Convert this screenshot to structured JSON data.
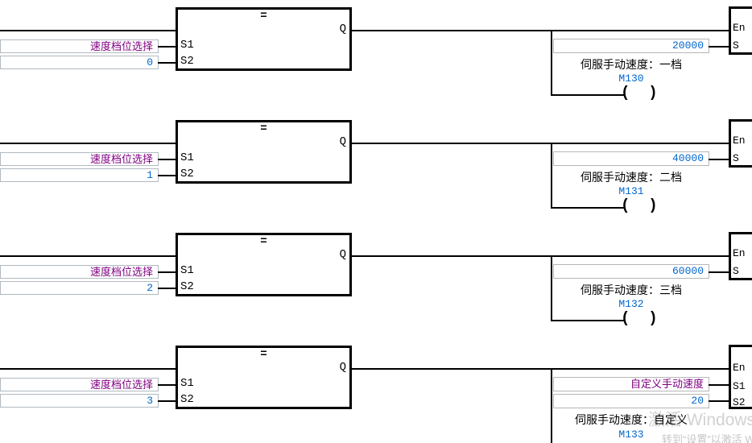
{
  "labels": {
    "equals": "=",
    "q": "Q",
    "s1": "S1",
    "s2": "S2",
    "en": "En",
    "s": "S",
    "coil": "(  )"
  },
  "colors": {
    "operand_comment": "#800080",
    "operand_value": "#0066cc",
    "wire": "#000000",
    "box_border": "#b6b6b6",
    "watermark": "#d2d2d2"
  },
  "rows": [
    {
      "select_comment": "速度档位选择",
      "select_value": "0",
      "speed_value": "20000",
      "speed_comment": "伺服手动速度：一档",
      "coil_device": "M130"
    },
    {
      "select_comment": "速度档位选择",
      "select_value": "1",
      "speed_value": "40000",
      "speed_comment": "伺服手动速度：二档",
      "coil_device": "M131"
    },
    {
      "select_comment": "速度档位选择",
      "select_value": "2",
      "speed_value": "60000",
      "speed_comment": "伺服手动速度：三档",
      "coil_device": "M132"
    },
    {
      "select_comment": "速度档位选择",
      "select_value": "3",
      "custom_comment": "自定义手动速度",
      "custom_value": "20",
      "speed_comment": "伺服手动速度：自定义",
      "coil_device": "M133"
    }
  ],
  "watermark": {
    "title": "激活 Windows",
    "subtitle": "转到“设置”以激活 Windows。"
  }
}
